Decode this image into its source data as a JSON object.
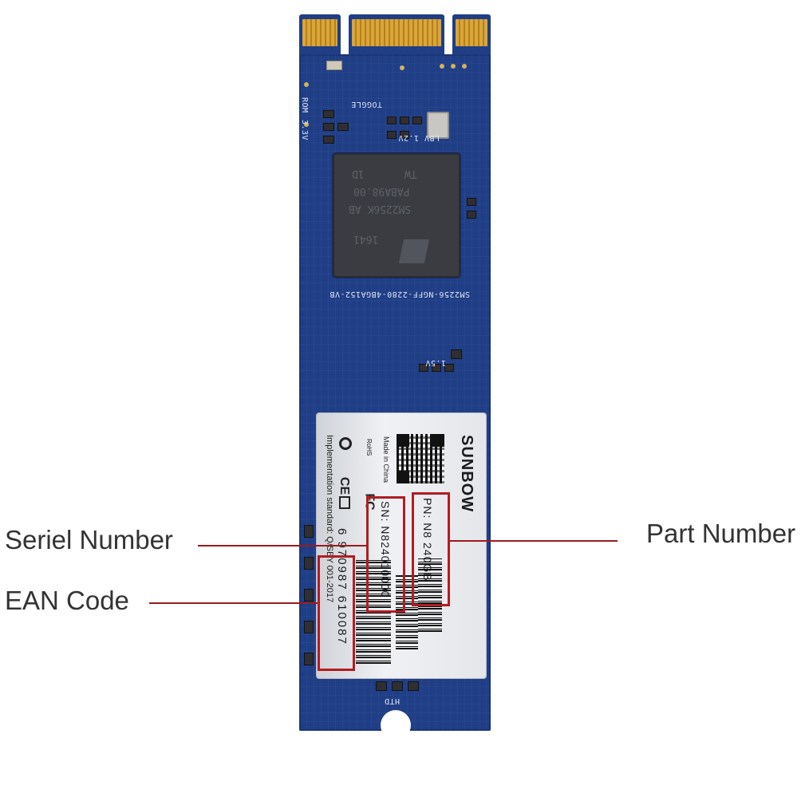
{
  "callouts": {
    "serial": "Seriel Number",
    "ean": "EAN Code",
    "part": "Part Number"
  },
  "board": {
    "silk_toggle": "TOGGLE",
    "silk_rom": "ROM",
    "silk_33v": "3.3V",
    "silk_12v": "1.2V",
    "silk_lv": "LBV",
    "silk_15v": "1.5V",
    "silk_model": "SM2256-NGFF-2280-4BGA152-VB",
    "silk_htd": "HTD"
  },
  "chip": {
    "line1": "SM2256K AB",
    "line2": "PABA98.00",
    "line3": "TW",
    "line4": "1D",
    "line5": "1641"
  },
  "label": {
    "brand": "SUNBOW",
    "made_in": "Made in China",
    "part_number": "PN: N8 240GB",
    "serial_number": "SN: N824010000",
    "ean_code": "6 970987 610087",
    "implementation": "Implementation standard: Q/SBY 001-2017",
    "cert_ce": "CE",
    "cert_fc": "FC",
    "cert_rohs": "RoHS"
  },
  "colors": {
    "board": "#1f3e86",
    "highlight": "#b01d22",
    "leader": "#9b1b1f"
  }
}
